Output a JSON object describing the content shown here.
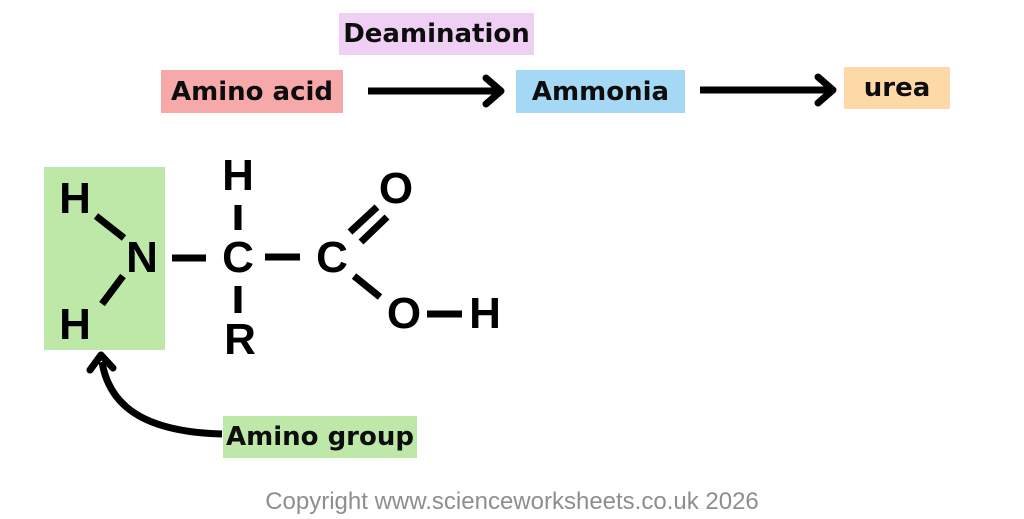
{
  "flow": {
    "process_label": "Deamination",
    "steps": [
      {
        "label": "Amino acid",
        "color": "#f7a8a8"
      },
      {
        "label": "Ammonia",
        "color": "#a4d8f5"
      },
      {
        "label": "urea",
        "color": "#fdd9a7"
      }
    ],
    "process_color": "#efcff3"
  },
  "structure": {
    "atoms": {
      "h_top_left": "H",
      "n": "N",
      "h_bottom_left": "H",
      "h_top": "H",
      "c_alpha": "C",
      "r": "R",
      "c_carboxyl": "C",
      "o_double": "O",
      "o_hydroxyl": "O",
      "h_hydroxyl": "H"
    },
    "amino_group_highlight_color": "#bde8a8"
  },
  "annotation": {
    "label": "Amino group",
    "color": "#bde8a8"
  },
  "footer": {
    "copyright": "Copyright www.scienceworksheets.co.uk 2026"
  }
}
